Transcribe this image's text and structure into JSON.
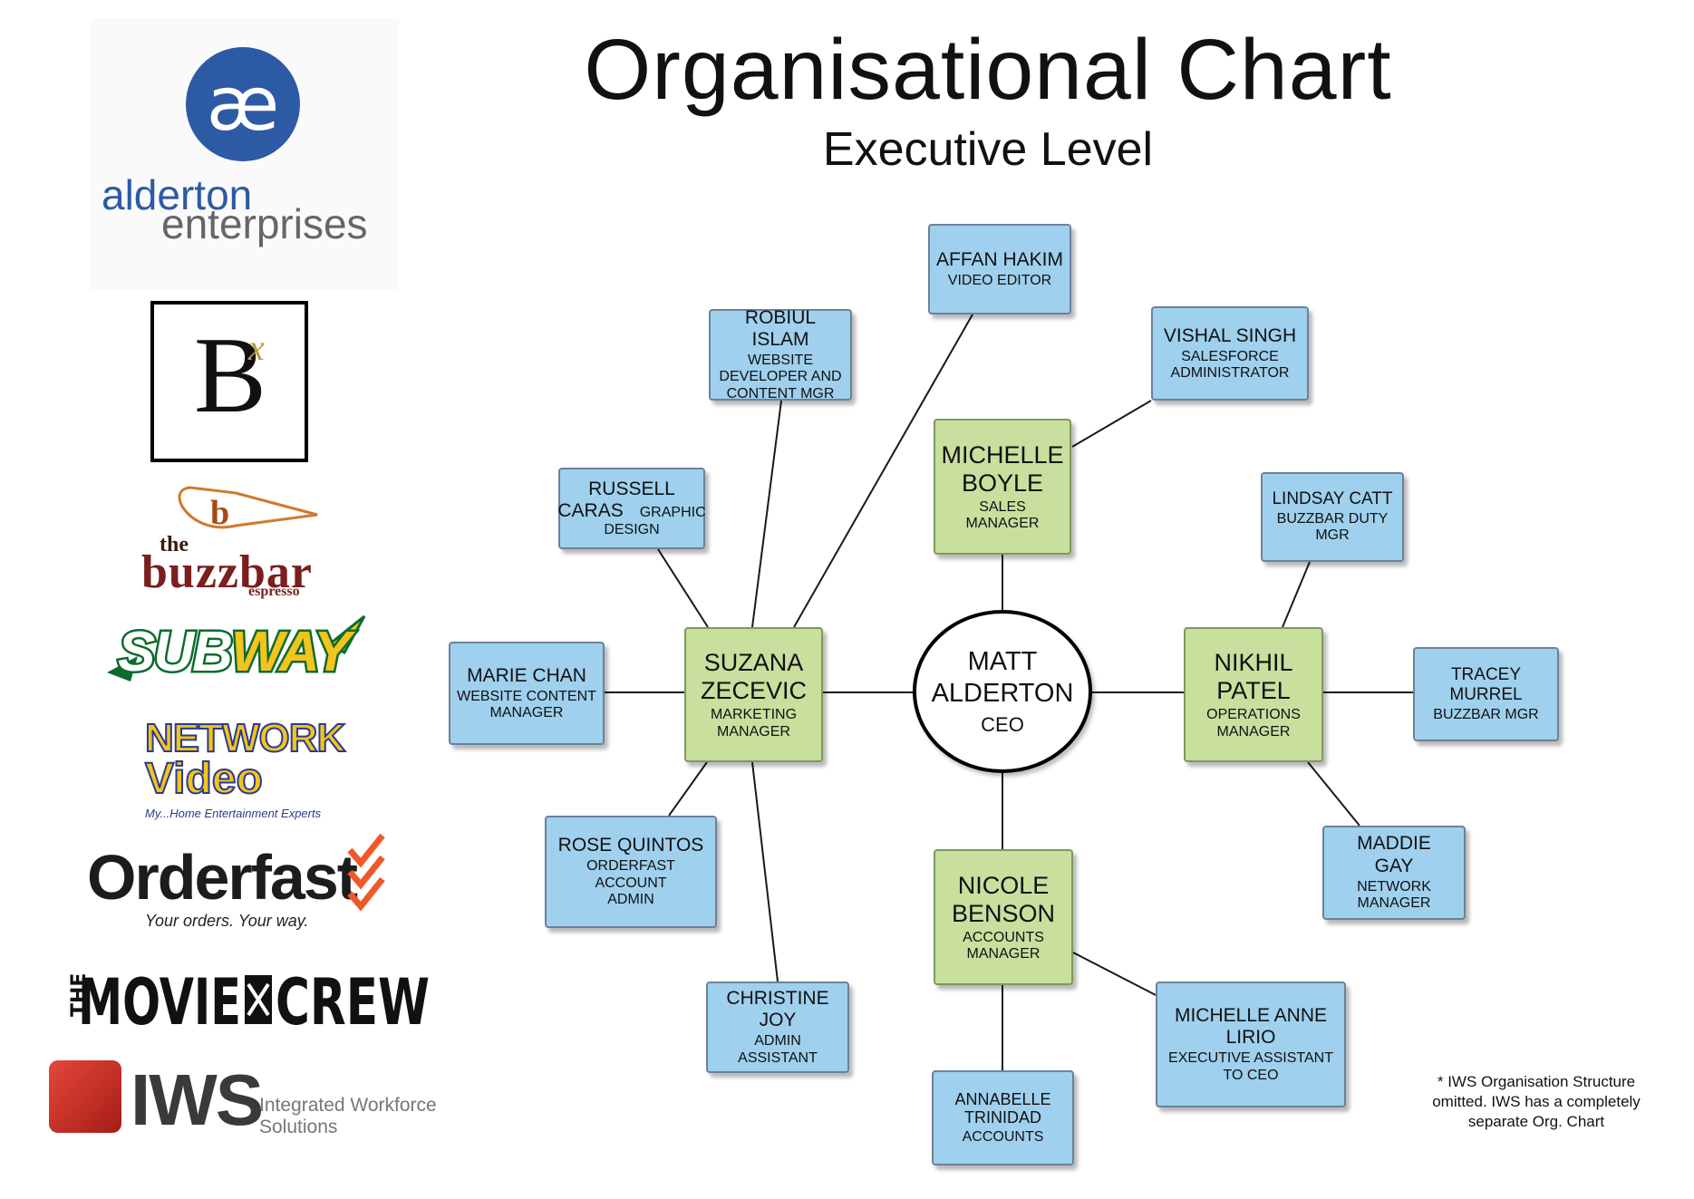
{
  "header": {
    "title": "Organisational Chart",
    "subtitle": "Executive Level"
  },
  "ceo": {
    "name_line1": "MATT",
    "name_line2": "ALDERTON",
    "role": "CEO"
  },
  "managers": {
    "sales": {
      "name_line1": "MICHELLE",
      "name_line2": "BOYLE",
      "role": "SALES MANAGER"
    },
    "marketing": {
      "name_line1": "SUZANA",
      "name_line2": "ZECEVIC",
      "role_line1": "MARKETING",
      "role_line2": "MANAGER"
    },
    "operations": {
      "name_line1": "NIKHIL",
      "name_line2": "PATEL",
      "role_line1": "OPERATIONS",
      "role_line2": "MANAGER"
    },
    "accounts": {
      "name_line1": "NICOLE",
      "name_line2": "BENSON",
      "role_line1": "ACCOUNTS",
      "role_line2": "MANAGER"
    }
  },
  "staff": {
    "affan": {
      "name": "AFFAN HAKIM",
      "role": "VIDEO EDITOR"
    },
    "robiul": {
      "name": "ROBIUL ISLAM",
      "role_line1": "WEBSITE",
      "role_line2": "DEVELOPER AND",
      "role_line3": "CONTENT MGR"
    },
    "vishal": {
      "name": "VISHAL SINGH",
      "role_line1": "SALESFORCE",
      "role_line2": "ADMINISTRATOR"
    },
    "russell": {
      "name_line1": "RUSSELL",
      "name_line2": "CARAS",
      "role_line1": "GRAPHIC",
      "role_line2": "DESIGN"
    },
    "lindsay": {
      "name": "LINDSAY CATT",
      "role_line1": "BUZZBAR DUTY",
      "role_line2": "MGR"
    },
    "marie": {
      "name": "MARIE CHAN",
      "role_line1": "WEBSITE CONTENT",
      "role_line2": "MANAGER"
    },
    "tracey": {
      "name_line1": "TRACEY",
      "name_line2": "MURREL",
      "role": "BUZZBAR MGR"
    },
    "rose": {
      "name": "ROSE QUINTOS",
      "role_line1": "ORDERFAST ACCOUNT",
      "role_line2": "ADMIN"
    },
    "maddie": {
      "name_line1": "MADDIE",
      "name_line2": "GAY",
      "role_line1": "NETWORK",
      "role_line2": "MANAGER"
    },
    "christine": {
      "name_line1": "CHRISTINE",
      "name_line2": "JOY",
      "role": "ADMIN ASSISTANT"
    },
    "michelle_anne": {
      "name_line1": "MICHELLE ANNE",
      "name_line2": "LIRIO",
      "role_line1": "EXECUTIVE ASSISTANT",
      "role_line2": "TO CEO"
    },
    "annabelle": {
      "name_line1": "ANNABELLE",
      "name_line2": "TRINIDAD",
      "role": "ACCOUNTS"
    }
  },
  "footnote": "* IWS Organisation Structure omitted. IWS has a completely separate Org. Chart",
  "logos": {
    "alderton": {
      "mark": "æ",
      "line1": "alderton",
      "line2": "enterprises",
      "color": "#2d5aa4"
    },
    "bx": {
      "letter": "B",
      "superscript": "x"
    },
    "buzzbar": {
      "small": "b",
      "the": "the",
      "name": "buzzbar",
      "sub": "espresso"
    },
    "subway": {
      "name_part1": "SUB",
      "name_part2": "WAY"
    },
    "network_video": {
      "line1": "NETWORK",
      "line2": "Video",
      "tagline": "My...Home Entertainment Experts"
    },
    "orderfast": {
      "name": "Orderfast",
      "tagline": "Your orders. Your way."
    },
    "movie_crew": {
      "the": "THE",
      "name": "MOVIE",
      "name2": "CREW"
    },
    "iws": {
      "name": "IWS",
      "line1": "Integrated Workforce",
      "line2": "Solutions"
    }
  },
  "colors": {
    "staff_box": "#9fd0ee",
    "manager_box": "#c9df9e",
    "ceo_circle": "#ffffff"
  }
}
